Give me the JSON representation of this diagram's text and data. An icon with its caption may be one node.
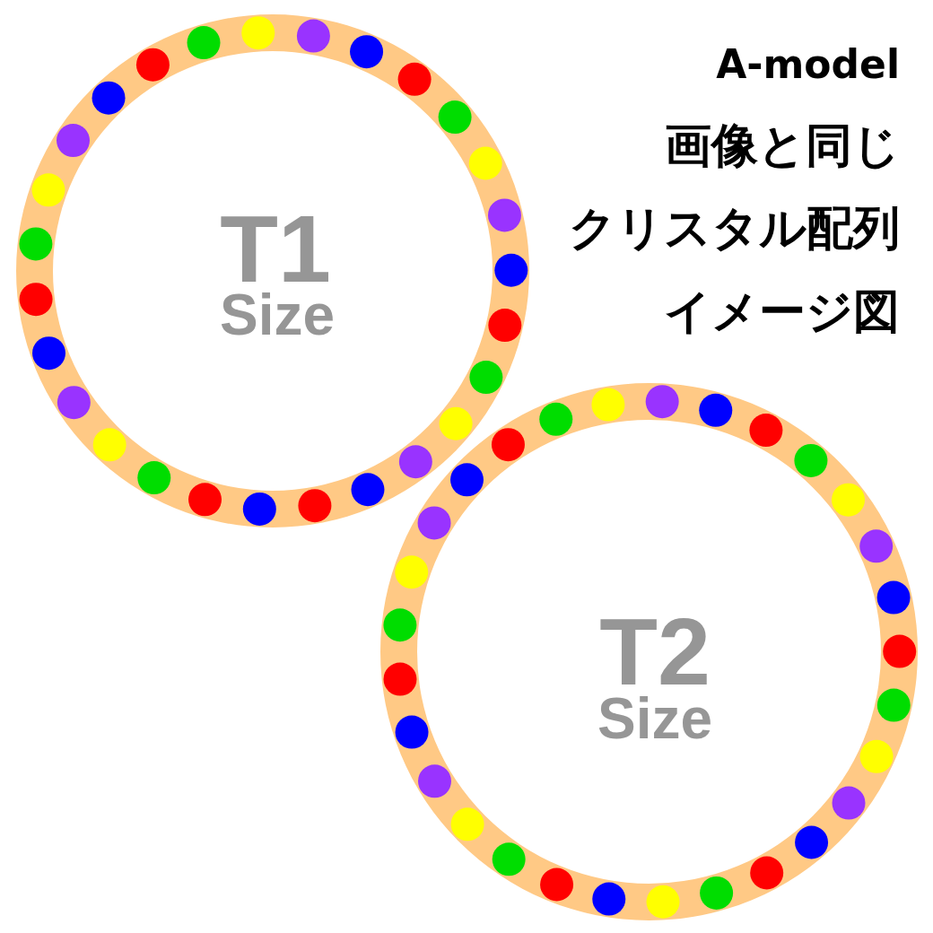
{
  "diagram": {
    "nodes": [
      {
        "text": [
          "T1",
          "Size"
        ]
      },
      {
        "text": [
          "T2",
          "Size"
        ]
      }
    ],
    "labels": [
      "A-model",
      "画像と同じ",
      "クリスタル配列",
      "イメージ図"
    ]
  }
}
